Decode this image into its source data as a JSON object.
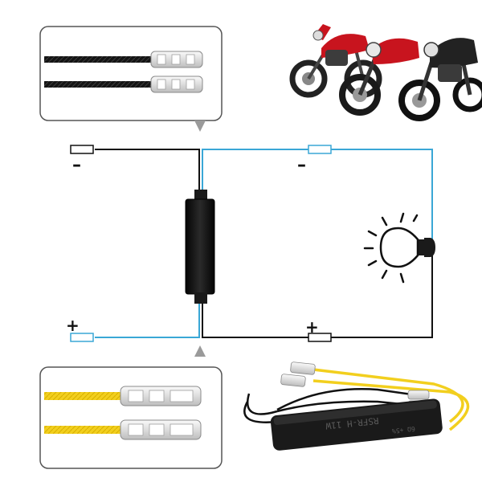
{
  "labels": {
    "top_left_terminal": "–",
    "top_right_terminal": "–",
    "bottom_left_terminal": "+",
    "bottom_right_terminal": "+",
    "resistor_print": "RSFR-H 11W",
    "resistor_print_small": "6Ω +5%"
  },
  "colors": {
    "background": "#ffffff",
    "black_wire": "#111111",
    "blue_wire": "#3aa7d6",
    "yellow_wire": "#f2cf1e",
    "panel_border": "#555555",
    "panel_fill": "#f6f6f6",
    "terminal_fill": "#e6e6e6",
    "resistor_body": "#1a1a1a",
    "bike_red": "#c8141e",
    "bike_black": "#222222"
  },
  "icons": {
    "bulb": "light-bulb-icon",
    "motorcycles": "motorcycles-photo",
    "resistor": "load-resistor-icon",
    "connector": "spade-connector-icon"
  }
}
